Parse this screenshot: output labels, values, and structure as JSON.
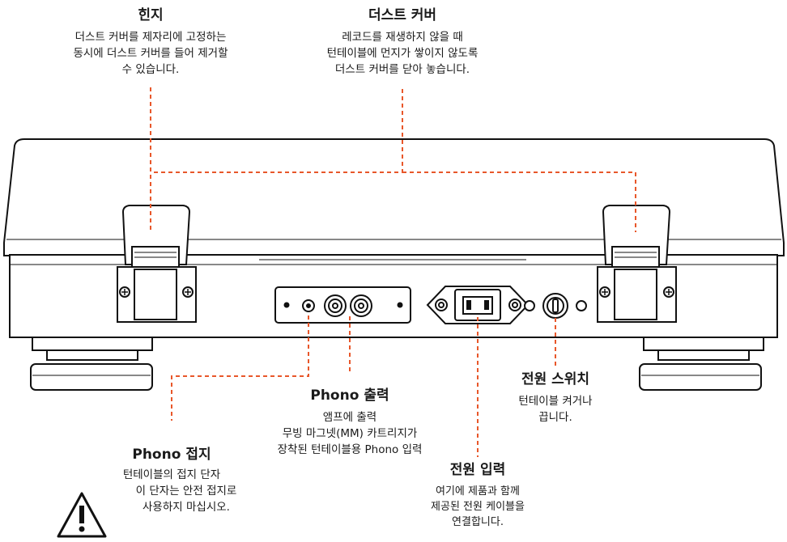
{
  "callouts": {
    "hinge": {
      "title": "힌지",
      "lines": [
        "더스트 커버를 제자리에 고정하는",
        "동시에 더스트 커버를 들어 제거할",
        "수 있습니다."
      ]
    },
    "dust_cover": {
      "title": "더스트 커버",
      "lines": [
        "레코드를 재생하지 않을 때",
        "턴테이블에 먼지가 쌓이지 않도록",
        "더스트 커버를 닫아 놓습니다."
      ]
    },
    "phono_output": {
      "title": "Phono 출력",
      "lines": [
        "앰프에 출력",
        "무빙 마그넷(MM) 카트리지가",
        "장착된 턴테이블용 Phono 입력"
      ]
    },
    "phono_ground": {
      "title": "Phono 접지",
      "lines": [
        "턴테이블의 접지 단자",
        "이 단자는 안전 접지로",
        "사용하지 마십시오."
      ]
    },
    "power_switch": {
      "title": "전원 스위치",
      "lines": [
        "턴테이블 켜거나",
        "끕니다."
      ]
    },
    "power_input": {
      "title": "전원 입력",
      "lines": [
        "여기에 제품과 함께",
        "제공된 전원 케이블을",
        "연결합니다."
      ]
    }
  },
  "leader_color": "#e8572a",
  "icons": [
    "warning-triangle-icon"
  ]
}
